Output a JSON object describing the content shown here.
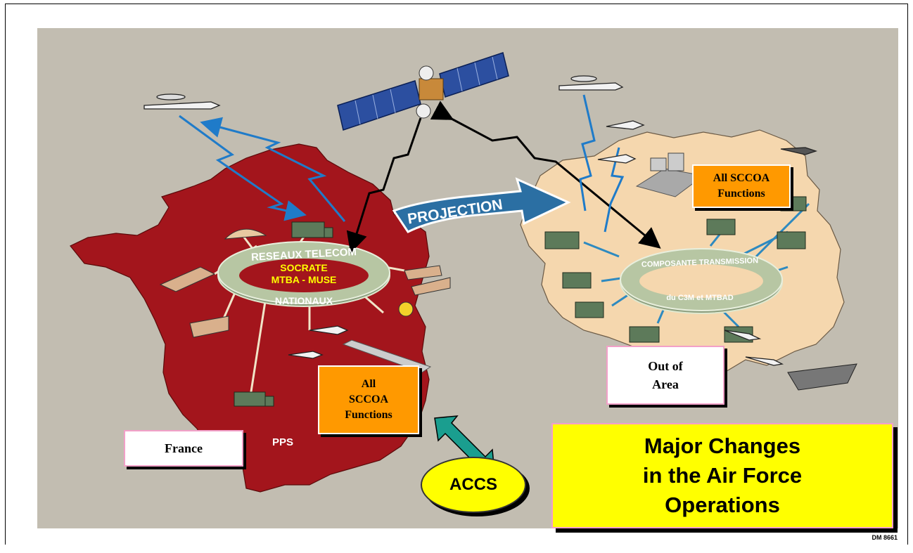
{
  "title": "Major Changes in the Air Force Operations",
  "title_lines": [
    "Major Changes",
    "in the Air Force",
    "Operations"
  ],
  "france_label": "France",
  "pps_label": "PPS",
  "out_of_area_lines": [
    "Out of",
    "Area"
  ],
  "sccoa_france_lines": [
    "All",
    "SCCOA",
    "Functions"
  ],
  "sccoa_area_lines": [
    "All SCCOA",
    "Functions"
  ],
  "accs_label": "ACCS",
  "projection_label": "PROJECTION",
  "ring_france": {
    "top": "RESEAUX TELECOM",
    "middle_1": "SOCRATE",
    "middle_2": "MTBA - MUSE",
    "bottom": "NATIONAUX"
  },
  "ring_area": {
    "top": "COMPOSANTE TRANSMISSION",
    "bottom": "du C3M et MTBAD"
  },
  "doc_ref": "DM 8661",
  "colors": {
    "background": "#c2bdb1",
    "france": "#a3151c",
    "area": "#f5d7ae",
    "orange": "#ff9900",
    "title_box": "#ffff00",
    "accs": "#ffff00",
    "projection_arrow": "#2b6fa3",
    "link_arrow": "#1a9e8f"
  }
}
